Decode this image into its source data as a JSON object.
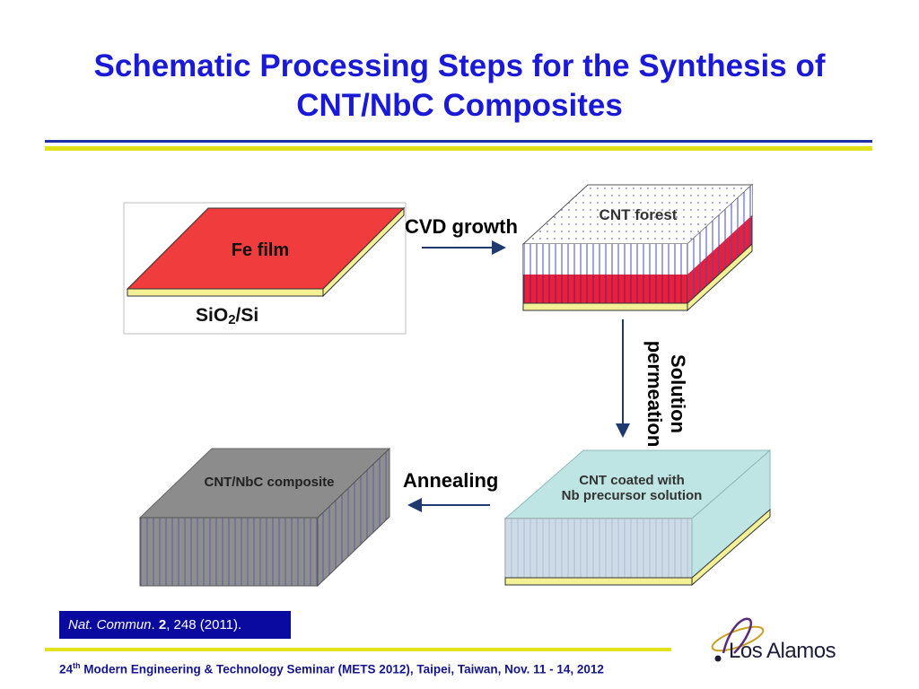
{
  "slide": {
    "title_line1": "Schematic Processing Steps for the Synthesis of",
    "title_line2": "CNT/NbC Composites"
  },
  "diagram": {
    "step1": {
      "film_label": "Fe film",
      "substrate_label_main": "SiO",
      "substrate_label_sub": "2",
      "substrate_label_rest": "/Si"
    },
    "step2": {
      "label": "CNT forest"
    },
    "step3": {
      "label_line1": "CNT coated with",
      "label_line2": "Nb precursor solution"
    },
    "step4": {
      "label": "CNT/NbC composite"
    },
    "arrows": {
      "cvd": "CVD growth",
      "solution_line1": "Solution",
      "solution_line2": "permeation",
      "annealing": "Annealing"
    },
    "colors": {
      "fe_film": "#f03c3c",
      "substrate": "#f3f096",
      "composite": "#8c8c8c",
      "coated": "#bfe4e4",
      "arrow": "#1f3a6e"
    }
  },
  "citation": {
    "journal": "Nat. Commun",
    "period": ".",
    "volume": "2",
    "rest": ", 248 (2011)."
  },
  "footer": {
    "number": "24",
    "sup": "th",
    "text": " Modern Engineering & Technology Seminar (METS 2012), Taipei, Taiwan, Nov. 11 - 14, 2012"
  },
  "logo": {
    "text": "Los Alamos",
    "icon": "los-alamos-orbit-icon"
  }
}
